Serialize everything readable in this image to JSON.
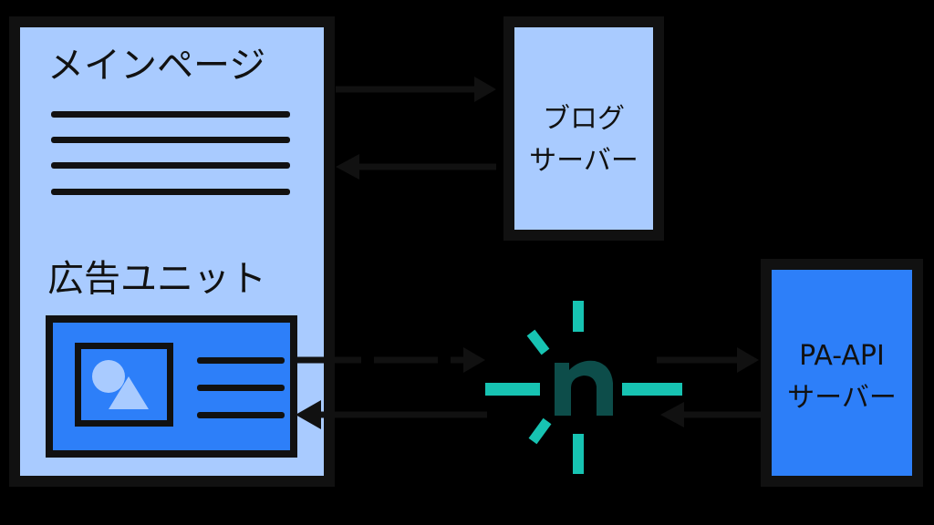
{
  "main_page": {
    "title": "メインページ",
    "ad_unit_label": "広告ユニット"
  },
  "blog_server": {
    "line1": "ブログ",
    "line2": "サーバー"
  },
  "pa_api_server": {
    "line1": "PA-API",
    "line2": "サーバー"
  },
  "colors": {
    "light_blue": "#a9cbff",
    "blue": "#2d7ff9",
    "outline": "#111111",
    "logo_teal": "#17c3b2",
    "logo_dark": "#0d4d4a",
    "background": "#000000"
  },
  "icons": {
    "logo": "n-logo-with-rays",
    "image_placeholder": "circle-triangle-image-icon"
  }
}
